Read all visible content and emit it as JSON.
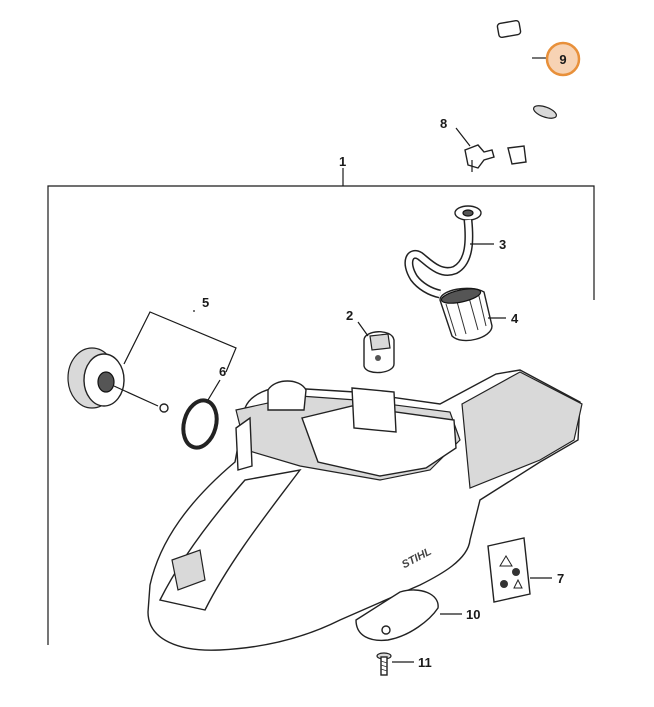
{
  "callouts": {
    "c1": "1",
    "c2": "2",
    "c3": "3",
    "c4": "4",
    "c5": "5",
    "c6": "6",
    "c7": "7",
    "c8": "8",
    "c9": "9",
    "c10": "10",
    "c11": "11"
  },
  "brand_text": "STIHL",
  "highlight": {
    "badge_fill": "#f7d3b4",
    "badge_stroke": "#e8903a"
  },
  "icons": {
    "housing": "fuel-tank-housing-icon",
    "fuel-hose": "fuel-hose-icon",
    "filler-cap": "filler-cap-icon",
    "o-ring": "o-ring-icon",
    "valve": "tank-vent-valve-icon",
    "pickup-body": "pickup-body-icon",
    "filter": "fuel-filter-icon",
    "elbow": "elbow-connector-icon",
    "warning-plate": "warning-label-icon",
    "cover-plate": "cover-plate-icon",
    "screw": "screw-icon"
  }
}
